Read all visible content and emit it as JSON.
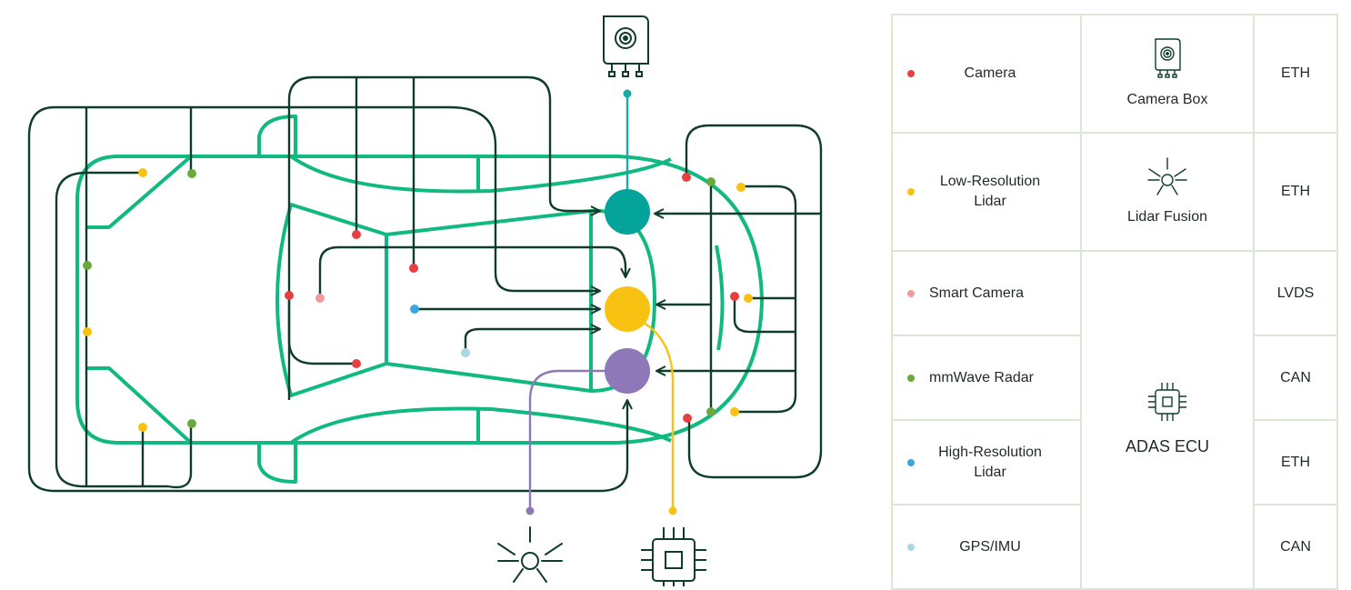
{
  "legend": {
    "rows": [
      {
        "sensor": "Camera",
        "color": "#e53f3f",
        "unit": "Camera Box",
        "unit_icon": "camera-box-icon",
        "bus": "ETH"
      },
      {
        "sensor": "Low-Resolution\nLidar",
        "color": "#f7c212",
        "unit": "Lidar Fusion",
        "unit_icon": "lidar-icon",
        "bus": "ETH"
      },
      {
        "sensor": "Smart Camera",
        "color": "#ef9a9e",
        "bus": "LVDS"
      },
      {
        "sensor": "mmWave Radar",
        "color": "#6aaa3c",
        "bus": "CAN"
      },
      {
        "sensor": "High-Resolution\nLidar",
        "color": "#3aa6e0",
        "bus": "ETH"
      },
      {
        "sensor": "GPS/IMU",
        "color": "#a9d7e3",
        "bus": "CAN"
      }
    ],
    "shared_unit": {
      "label": "ADAS ECU",
      "icon": "chip-icon",
      "spans_rows": "Smart Camera, mmWave Radar, High-Resolution Lidar, GPS/IMU"
    }
  },
  "diagram": {
    "hubs": [
      {
        "name": "camera-box-hub",
        "color": "#04a39a"
      },
      {
        "name": "lidar-fusion-hub",
        "color": "#f7c212"
      },
      {
        "name": "adas-ecu-hub",
        "color": "#8e78b8"
      }
    ],
    "colors": {
      "car_outline": "#10b981",
      "wiring": "#0f3d2a",
      "camera_box_line": "#1aa8a8",
      "lidar_line": "#8e78b8",
      "ecu_line": "#f7c212"
    }
  }
}
